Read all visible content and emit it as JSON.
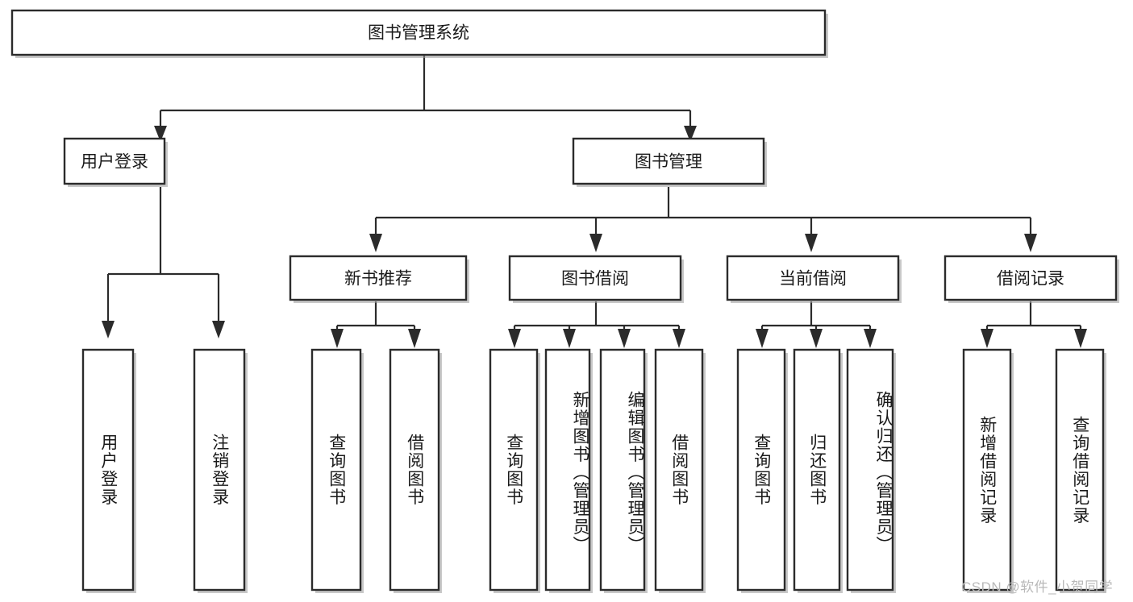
{
  "diagram": {
    "title": "图书管理系统",
    "type": "tree",
    "root": {
      "id": "root",
      "label": "图书管理系统",
      "orientation": "horizontal"
    },
    "level1": [
      {
        "id": "user-login",
        "label": "用户登录",
        "orientation": "horizontal"
      },
      {
        "id": "book-management",
        "label": "图书管理",
        "orientation": "horizontal"
      }
    ],
    "level2": [
      {
        "id": "new-book-recommend",
        "label": "新书推荐",
        "orientation": "horizontal",
        "parent": "book-management"
      },
      {
        "id": "book-borrow",
        "label": "图书借阅",
        "orientation": "horizontal",
        "parent": "book-management"
      },
      {
        "id": "current-borrow",
        "label": "当前借阅",
        "orientation": "horizontal",
        "parent": "book-management"
      },
      {
        "id": "borrow-record",
        "label": "借阅记录",
        "orientation": "horizontal",
        "parent": "book-management"
      }
    ],
    "leaves": [
      {
        "id": "leaf-user-login",
        "label": "用户登录",
        "orientation": "vertical",
        "parent": "user-login"
      },
      {
        "id": "leaf-logout-login",
        "label": "注销登录",
        "orientation": "vertical",
        "parent": "user-login"
      },
      {
        "id": "leaf-query-book-1",
        "label": "查询图书",
        "orientation": "vertical",
        "parent": "new-book-recommend"
      },
      {
        "id": "leaf-borrow-book-1",
        "label": "借阅图书",
        "orientation": "vertical",
        "parent": "new-book-recommend"
      },
      {
        "id": "leaf-query-book-2",
        "label": "查询图书",
        "orientation": "vertical",
        "parent": "book-borrow"
      },
      {
        "id": "leaf-add-book",
        "label": "新增图书（管理员）",
        "orientation": "vertical",
        "parent": "book-borrow"
      },
      {
        "id": "leaf-edit-book",
        "label": "编辑图书（管理员）",
        "orientation": "vertical",
        "parent": "book-borrow"
      },
      {
        "id": "leaf-borrow-book-2",
        "label": "借阅图书",
        "orientation": "vertical",
        "parent": "book-borrow"
      },
      {
        "id": "leaf-query-book-3",
        "label": "查询图书",
        "orientation": "vertical",
        "parent": "current-borrow"
      },
      {
        "id": "leaf-return-book",
        "label": "归还图书",
        "orientation": "vertical",
        "parent": "current-borrow"
      },
      {
        "id": "leaf-confirm-return",
        "label": "确认归还（管理员）",
        "orientation": "vertical",
        "parent": "current-borrow"
      },
      {
        "id": "leaf-add-record",
        "label": "新增借阅记录",
        "orientation": "vertical",
        "parent": "borrow-record"
      },
      {
        "id": "leaf-query-record",
        "label": "查询借阅记录",
        "orientation": "vertical",
        "parent": "borrow-record"
      }
    ]
  },
  "watermark": {
    "text": "CSDN @软件_小贺同学"
  },
  "colors": {
    "stroke": "#2b2b2b",
    "fill": "#ffffff",
    "text": "#1a1a1a",
    "shadow": "#9a9a9a",
    "watermark": "#b9b9b9"
  }
}
